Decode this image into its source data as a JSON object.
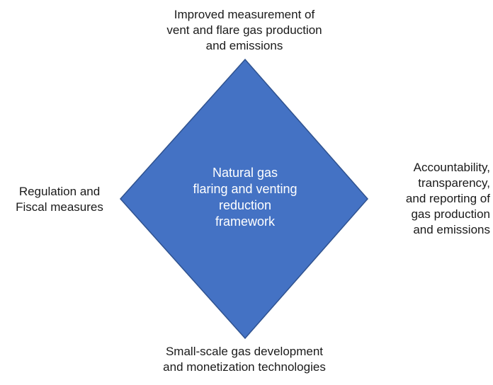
{
  "diagram": {
    "center_text": "Natural gas\nflaring and venting\nreduction\nframework",
    "top_text": "Improved measurement of\nvent and flare gas production\nand emissions",
    "left_text": "Regulation and\nFiscal measures",
    "right_text": "Accountability,\ntransparency,\nand reporting of\ngas production\nand emissions",
    "bottom_text": "Small-scale gas development\nand monetization technologies"
  },
  "colors": {
    "diamond_fill": "#4472C4",
    "diamond_stroke": "#2F528F",
    "center_text": "#FFFFFF",
    "label_text": "#1A1A1A",
    "background": "#FFFFFF"
  }
}
